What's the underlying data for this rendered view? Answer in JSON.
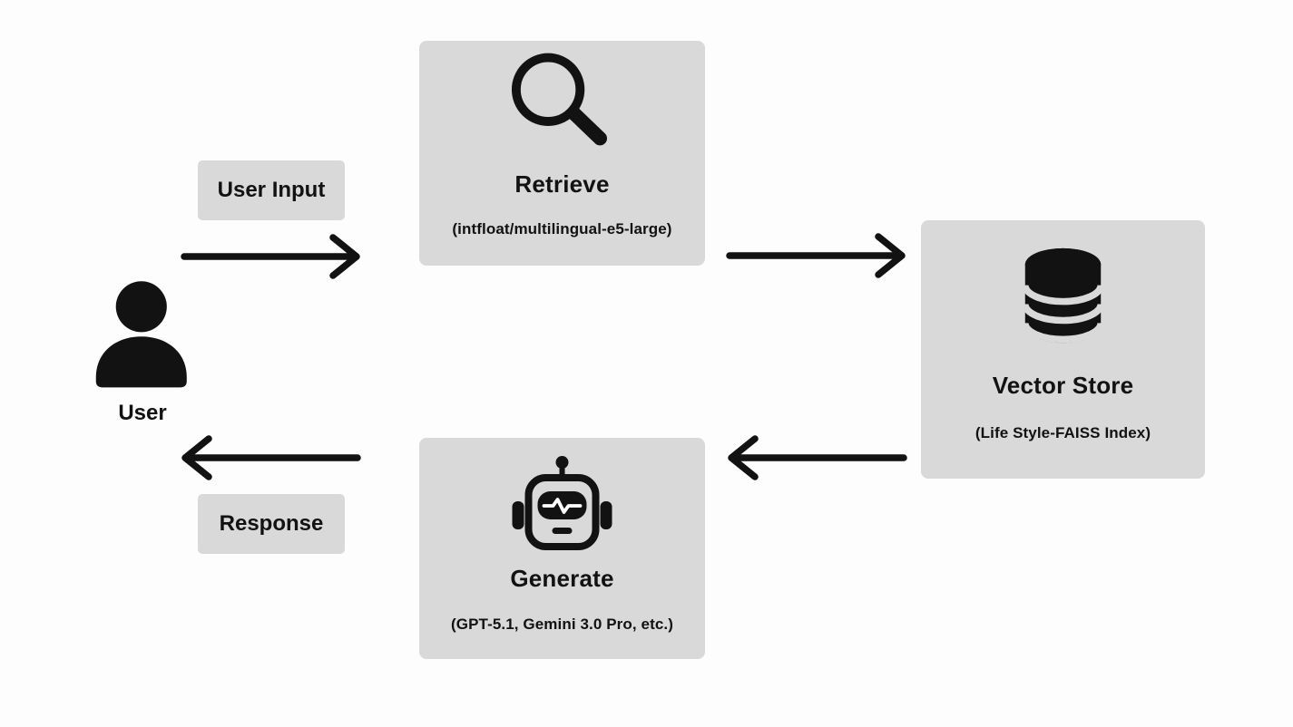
{
  "colors": {
    "canvas_bg": "#fdfdfd",
    "box_bg": "#d9d9d9",
    "ink": "#121212",
    "robot_pulse": "#ffffff"
  },
  "actor": {
    "label": "User",
    "icon": "person-icon"
  },
  "flow_labels": {
    "user_input": "User Input",
    "response": "Response"
  },
  "nodes": {
    "retrieve": {
      "title": "Retrieve",
      "subtitle": "(intfloat/multilingual-e5-large)",
      "icon": "magnifier-search-icon"
    },
    "vector_store": {
      "title": "Vector Store",
      "subtitle": "(Life Style-FAISS Index)",
      "icon": "database-icon"
    },
    "generate": {
      "title": "Generate",
      "subtitle": "(GPT-5.1, Gemini 3.0 Pro, etc.)",
      "icon": "robot-icon"
    }
  },
  "arrows": [
    {
      "name": "user-to-retrieve",
      "direction": "right"
    },
    {
      "name": "retrieve-to-vector-store",
      "direction": "right"
    },
    {
      "name": "vector-store-to-generate",
      "direction": "left"
    },
    {
      "name": "generate-to-user",
      "direction": "left"
    }
  ]
}
